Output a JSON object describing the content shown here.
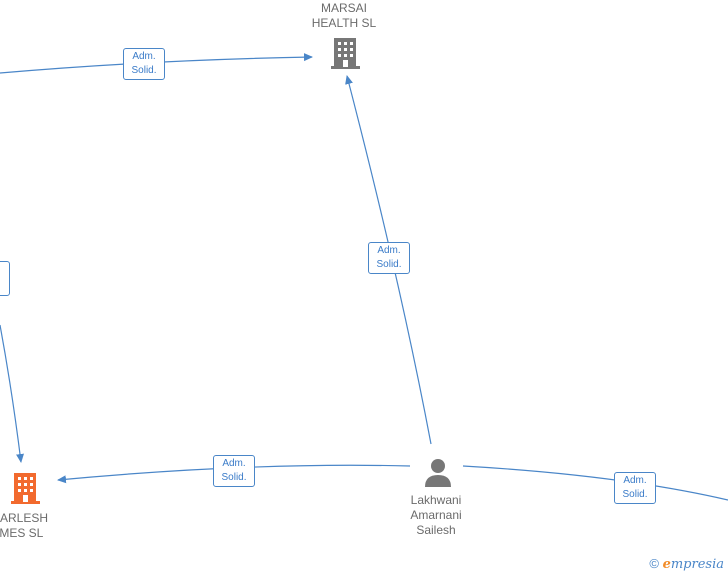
{
  "nodes": {
    "marsai": {
      "line1": "MARSAI",
      "line2": "HEALTH  SL",
      "type": "company",
      "color": "#777777"
    },
    "marlesh": {
      "line1": "MARLESH",
      "line2": "OMES  SL",
      "type": "company",
      "color": "#f26a2e"
    },
    "person": {
      "line1": "Lakhwani",
      "line2": "Amarnani",
      "line3": "Sailesh",
      "type": "person",
      "color": "#777777"
    }
  },
  "edge_labels": {
    "top": {
      "line1": "Adm.",
      "line2": "Solid."
    },
    "right": {
      "line1": "Adm.",
      "line2": "Solid."
    },
    "bottom": {
      "line1": "Adm.",
      "line2": "Solid."
    },
    "bottom_right": {
      "line1": "Adm.",
      "line2": "Solid."
    }
  },
  "footer": {
    "copyright": "©",
    "brand_e": "e",
    "brand_rest": "mpresia"
  },
  "colors": {
    "edge": "#4a86c8",
    "company": "#777777",
    "highlight_company": "#f26a2e"
  }
}
